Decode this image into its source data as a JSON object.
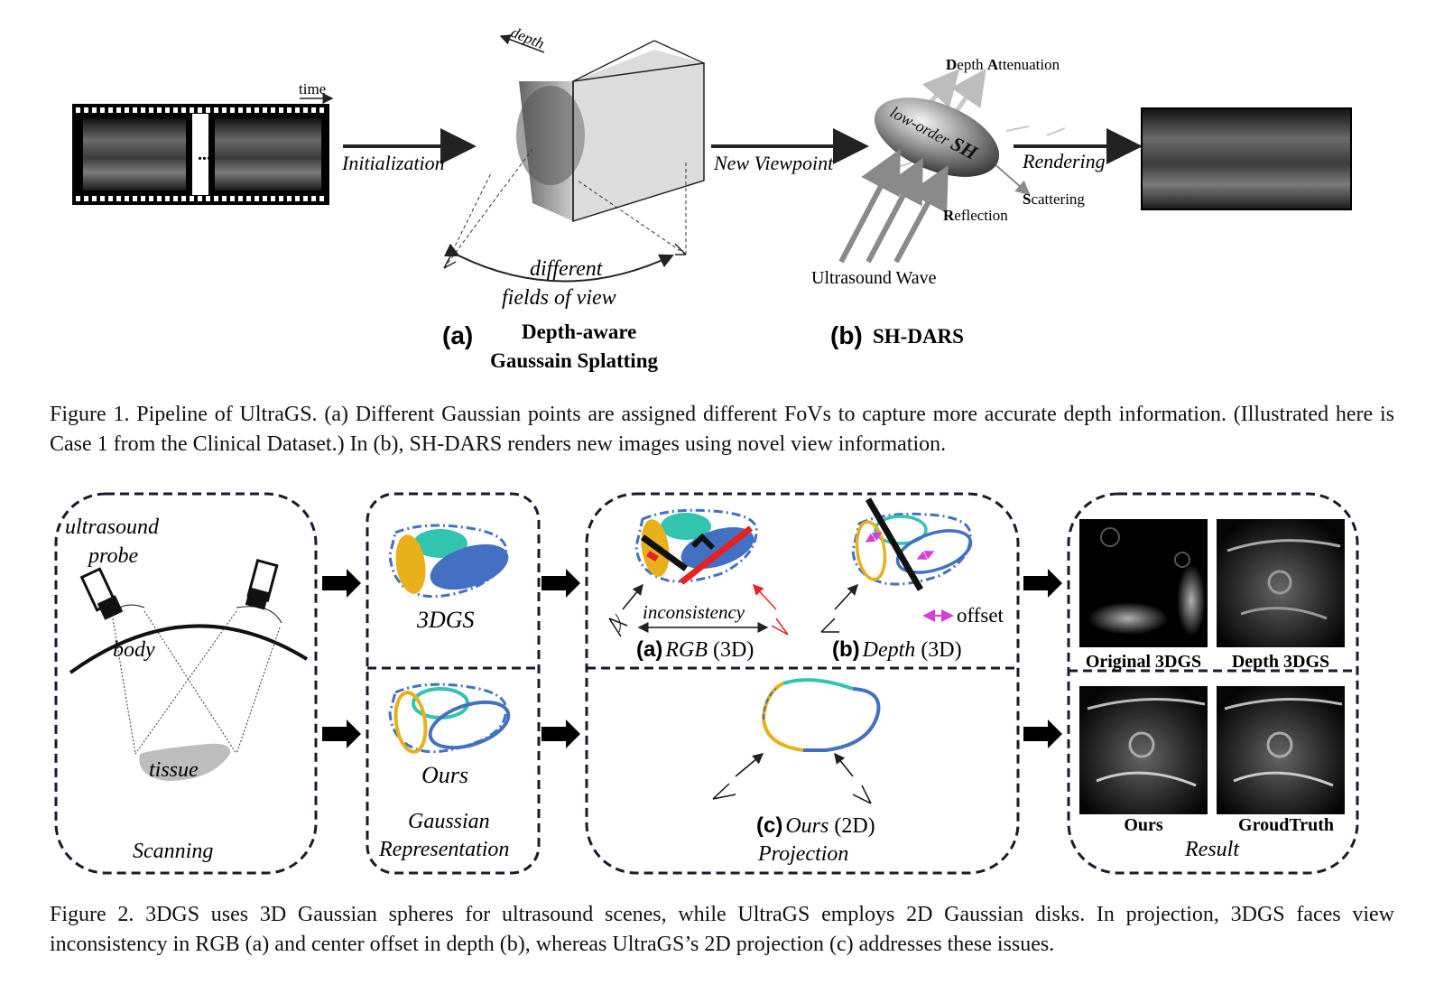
{
  "figure1": {
    "labels": {
      "time": "time",
      "depth": "depth",
      "initialization": "Initialization",
      "new_viewpoint": "New Viewpoint",
      "rendering": "Rendering",
      "different": "different",
      "fields_of_view": "fields of view",
      "depth_attenuation_prefix": "D",
      "depth_attenuation_rest1": "epth ",
      "depth_attenuation_a": "A",
      "depth_attenuation_rest2": "ttenuation",
      "scattering_s": "S",
      "scattering_rest": "cattering",
      "reflection_r": "R",
      "reflection_rest": "eflection",
      "ultrasound_wave": "Ultrasound Wave",
      "sh_low_order": "low-order ",
      "sh_sh": "SH",
      "ellipsis": "..."
    },
    "panel_a_tag": "(a)",
    "panel_a_title_1": "Depth-aware",
    "panel_a_title_2": "Gaussain Splatting",
    "panel_b_tag": "(b)",
    "panel_b_title": "SH-DARS",
    "caption": "Figure 1.  Pipeline of UltraGS. (a) Different Gaussian points are assigned different FoVs to capture more accurate depth information. (Illustrated here is Case 1 from the Clinical Dataset.) In (b), SH-DARS renders new images using novel view information."
  },
  "figure2": {
    "scanning": {
      "ultrasound": "ultrasound",
      "probe": "probe",
      "body": "body",
      "tissue": "tissue",
      "title": "Scanning"
    },
    "gaussian": {
      "top_label": "3DGS",
      "bottom_label": "Ours",
      "title_1": "Gaussian",
      "title_2": "Representation"
    },
    "projection": {
      "inconsistency": "inconsistency",
      "offset": "offset",
      "a_tag": "(a)",
      "a_name": "RGB",
      "a_dim": " (3D)",
      "b_tag": "(b)",
      "b_name": "Depth",
      "b_dim": " (3D)",
      "c_tag": "(c)",
      "c_name": "Ours",
      "c_dim": " (2D)",
      "title": "Projection"
    },
    "result": {
      "original_3dgs": "Original 3DGS",
      "depth_3dgs": "Depth 3DGS",
      "ours": "Ours",
      "groundtruth": "GroudTruth",
      "title": "Result"
    },
    "colors": {
      "yellow": "#e8b11c",
      "teal": "#33c4b0",
      "blue": "#4470c4",
      "red": "#e82020",
      "magenta": "#d63fd6",
      "tissue_gray": "#bdbdbd"
    },
    "caption": "Figure 2. 3DGS uses 3D Gaussian spheres for ultrasound scenes, while UltraGS employs 2D Gaussian disks. In projection, 3DGS faces view inconsistency in RGB (a) and center offset in depth (b), whereas UltraGS’s 2D projection (c) addresses these issues."
  }
}
